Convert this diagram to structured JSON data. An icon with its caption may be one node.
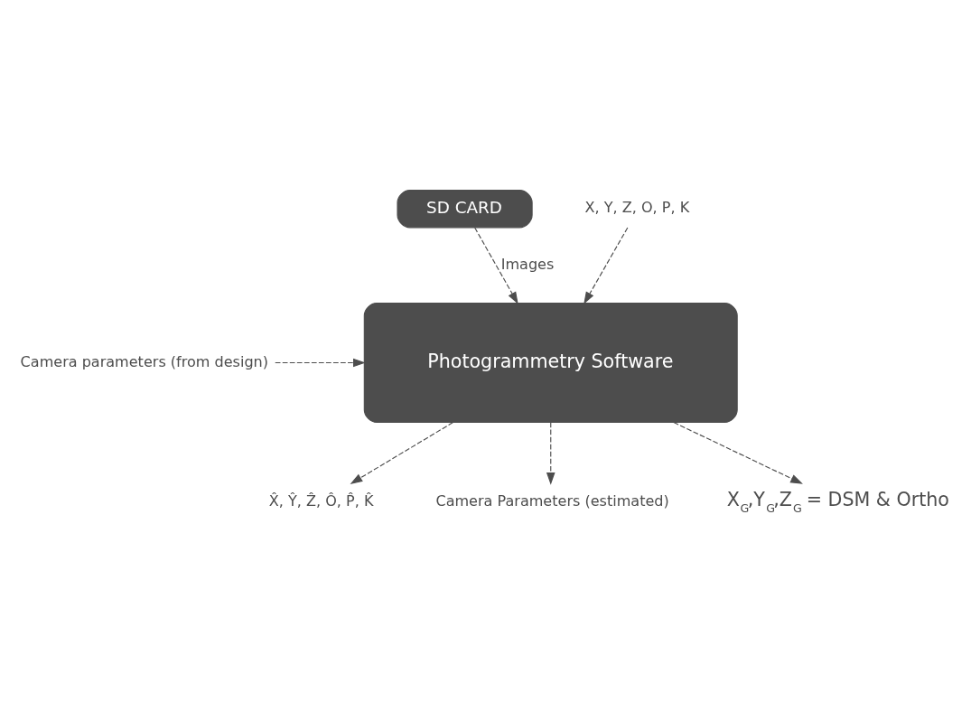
{
  "diagram": {
    "nodes": [
      {
        "text": [
          "SD CARD"
        ]
      },
      {
        "text": [
          "X, Y, Z, O, P, K"
        ]
      },
      {
        "text": [
          "Camera parameters (from design)"
        ]
      },
      {
        "text": [
          "Photogrammetry Software"
        ]
      },
      {
        "text": [
          "X̂, Ŷ, Ẑ, Ô, P̂, K̂"
        ]
      },
      {
        "text": [
          "Camera Parameters (estimated)"
        ]
      },
      {
        "text": [
          "X$_{G}$,Y$_{G}$,Z$_{G}$ = DSM & Ortho"
        ]
      }
    ],
    "edges": [
      {
        "from": 0,
        "to": 3,
        "arrow": "to",
        "style": "dashed",
        "label": "Images"
      },
      {
        "from": 1,
        "to": 3,
        "arrow": "to",
        "style": "dashed"
      },
      {
        "from": 2,
        "to": 3,
        "arrow": "to",
        "style": "dashed"
      },
      {
        "from": 3,
        "to": 4,
        "arrow": "to",
        "style": "dashed"
      },
      {
        "from": 3,
        "to": 5,
        "arrow": "to",
        "style": "dashed"
      },
      {
        "from": 3,
        "to": 6,
        "arrow": "to",
        "style": "dashed"
      }
    ]
  }
}
